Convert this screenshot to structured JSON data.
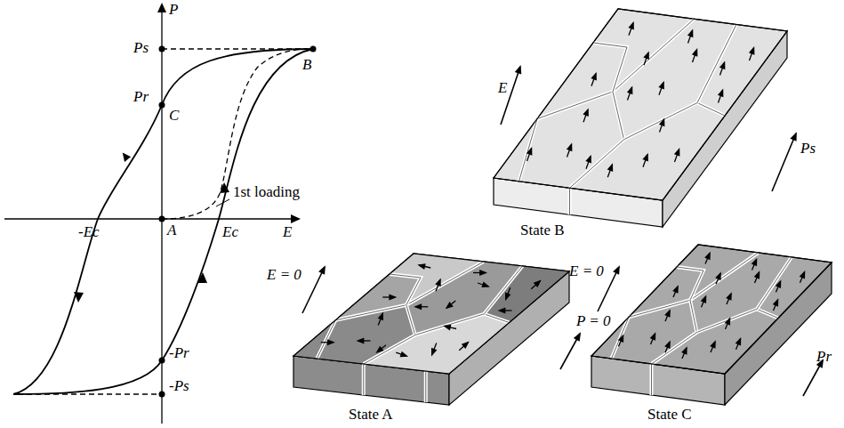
{
  "diagram": {
    "labels": [
      "P",
      "Ps",
      "Pr",
      "C",
      "B",
      "1st loading",
      "A",
      "-Ec",
      "Ec",
      "E",
      "-Pr",
      "-Ps",
      "State B",
      "E",
      "Ps",
      "State A",
      "E = 0",
      "P = 0",
      "State C",
      "E = 0",
      "Pr"
    ]
  }
}
